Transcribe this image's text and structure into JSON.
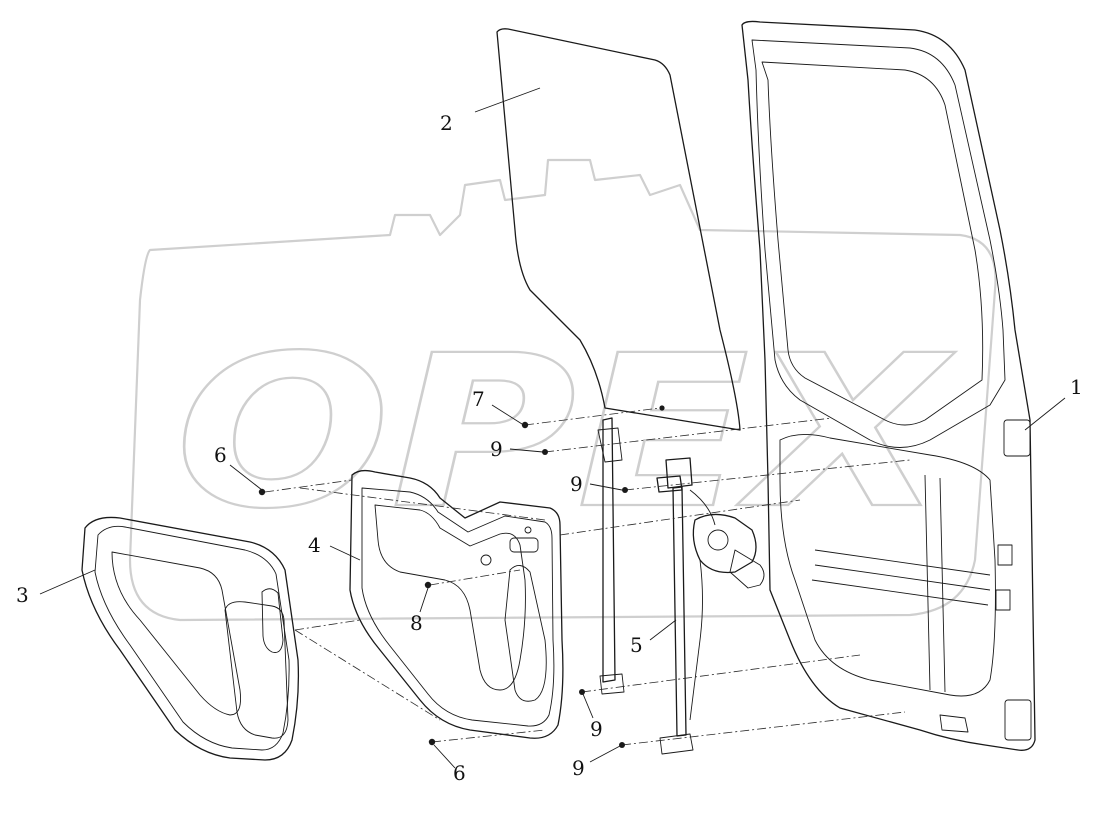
{
  "diagram": {
    "watermark": "OPEX",
    "callouts": [
      {
        "id": "c1",
        "label": "1"
      },
      {
        "id": "c2",
        "label": "2"
      },
      {
        "id": "c3",
        "label": "3"
      },
      {
        "id": "c4",
        "label": "4"
      },
      {
        "id": "c5",
        "label": "5"
      },
      {
        "id": "c6a",
        "label": "6"
      },
      {
        "id": "c6b",
        "label": "6"
      },
      {
        "id": "c7",
        "label": "7"
      },
      {
        "id": "c8",
        "label": "8"
      },
      {
        "id": "c9a",
        "label": "9"
      },
      {
        "id": "c9b",
        "label": "9"
      },
      {
        "id": "c9c",
        "label": "9"
      },
      {
        "id": "c9d",
        "label": "9"
      }
    ]
  }
}
